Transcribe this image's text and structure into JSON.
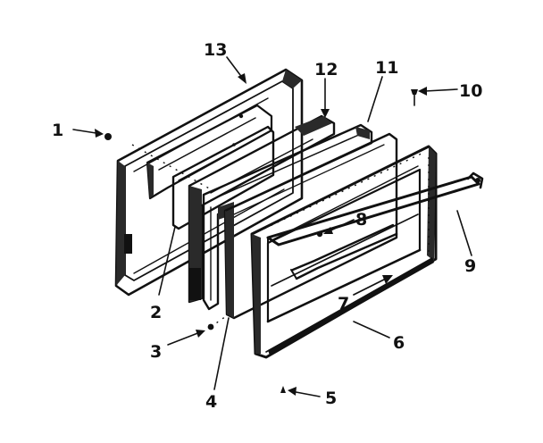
{
  "callouts": [
    {
      "label": "1"
    },
    {
      "label": "2"
    },
    {
      "label": "3"
    },
    {
      "label": "4"
    },
    {
      "label": "5"
    },
    {
      "label": "6"
    },
    {
      "label": "7"
    },
    {
      "label": "8"
    },
    {
      "label": "9"
    },
    {
      "label": "10"
    },
    {
      "label": "11"
    },
    {
      "label": "12"
    },
    {
      "label": "13"
    }
  ],
  "colors": {
    "ink": "#111111",
    "paper": "#ffffff"
  }
}
